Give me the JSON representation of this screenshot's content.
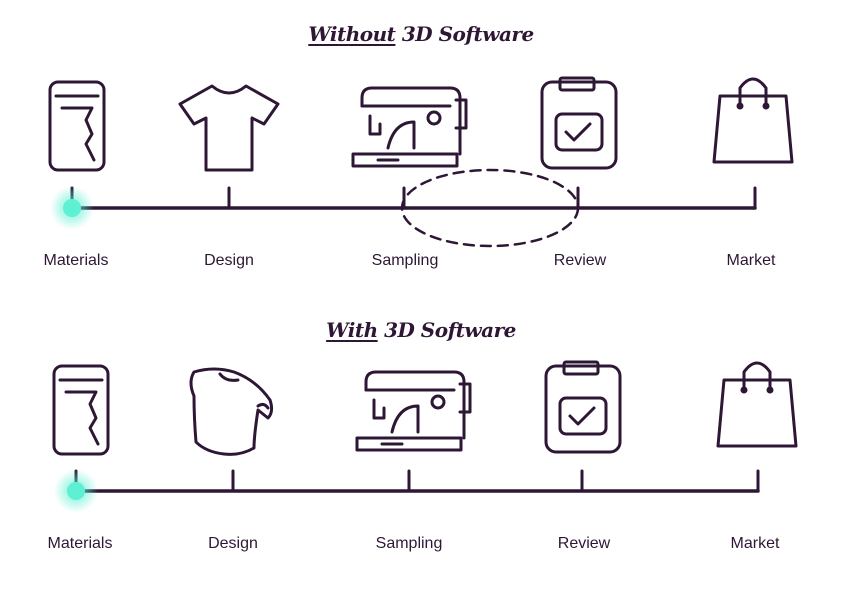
{
  "colors": {
    "ink": "#2e1735",
    "accent": "#5ef0d2"
  },
  "sections": [
    {
      "title_emphasis": "Without",
      "title_rest": " 3D Software",
      "stages": [
        {
          "label": "Materials",
          "icon": "fabric-roll-icon"
        },
        {
          "label": "Design",
          "icon": "tshirt-icon"
        },
        {
          "label": "Sampling",
          "icon": "sewing-machine-icon"
        },
        {
          "label": "Review",
          "icon": "review-clipboard-icon"
        },
        {
          "label": "Market",
          "icon": "shopping-bag-icon"
        }
      ]
    },
    {
      "title_emphasis": "With",
      "title_rest": " 3D Software",
      "stages": [
        {
          "label": "Materials",
          "icon": "fabric-roll-icon"
        },
        {
          "label": "Design",
          "icon": "3d-tshirt-icon"
        },
        {
          "label": "Sampling",
          "icon": "sewing-machine-icon"
        },
        {
          "label": "Review",
          "icon": "review-clipboard-icon"
        },
        {
          "label": "Market",
          "icon": "shopping-bag-icon"
        }
      ]
    }
  ]
}
